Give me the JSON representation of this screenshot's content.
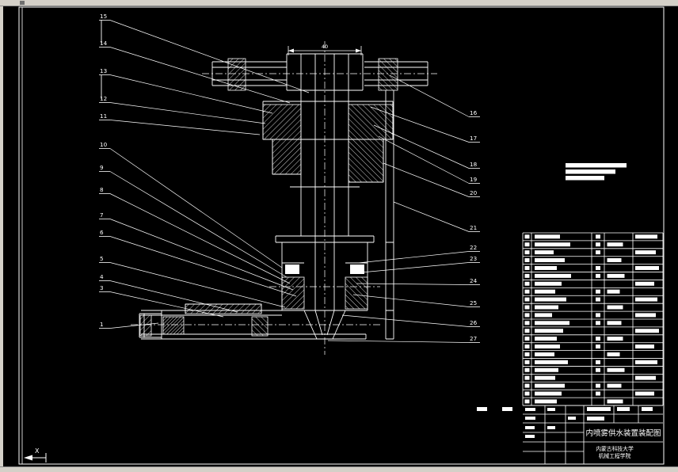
{
  "window": {
    "bg_color": "#000000",
    "chrome_color": "#d4d0c8"
  },
  "drawing": {
    "line_color": "#ffffff",
    "dimension_top": "40",
    "callouts_left": [
      "15",
      "14",
      "13",
      "12",
      "11",
      "10",
      "9",
      "8",
      "7",
      "6",
      "5",
      "4",
      "3",
      "1"
    ],
    "callouts_right": [
      "16",
      "17",
      "18",
      "19",
      "20",
      "21",
      "22",
      "23",
      "24",
      "25",
      "26",
      "27"
    ]
  },
  "notes": {
    "bar_widths": [
      77,
      63,
      49
    ]
  },
  "parts_table": {
    "rows": [
      [
        32,
        1,
        0,
        28
      ],
      [
        45,
        1,
        20,
        0
      ],
      [
        24,
        1,
        0,
        26
      ],
      [
        38,
        0,
        18,
        0
      ],
      [
        28,
        1,
        0,
        30
      ],
      [
        46,
        1,
        22,
        0
      ],
      [
        34,
        0,
        0,
        24
      ],
      [
        26,
        1,
        16,
        0
      ],
      [
        40,
        1,
        0,
        28
      ],
      [
        30,
        0,
        20,
        0
      ],
      [
        22,
        1,
        0,
        26
      ],
      [
        44,
        1,
        18,
        0
      ],
      [
        36,
        0,
        0,
        30
      ],
      [
        28,
        1,
        20,
        0
      ],
      [
        32,
        1,
        0,
        24
      ],
      [
        25,
        0,
        16,
        0
      ],
      [
        42,
        1,
        0,
        28
      ],
      [
        30,
        1,
        22,
        0
      ],
      [
        26,
        0,
        0,
        26
      ],
      [
        38,
        1,
        18,
        0
      ],
      [
        34,
        1,
        0,
        24
      ],
      [
        28,
        0,
        20,
        0
      ]
    ]
  },
  "title_block": {
    "title": "内喷雾供水装置装配图",
    "org_line1": "内蒙古科技大学",
    "org_line2": "机械工程学院"
  },
  "ucs": {
    "x_label": "X"
  }
}
